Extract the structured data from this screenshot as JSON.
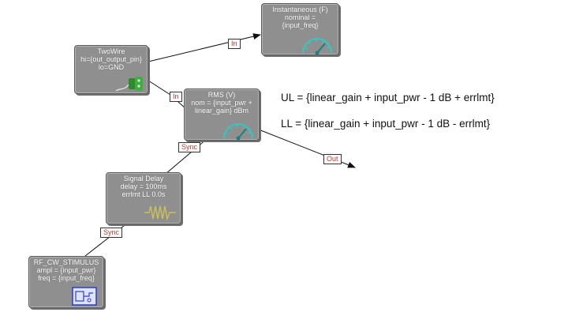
{
  "blocks": {
    "instantaneous": {
      "title": "Instantaneous (F)",
      "line2": "nominal =",
      "line3": "{input_freq}",
      "icon": "gauge-icon"
    },
    "twowire": {
      "title": "TwoWire",
      "line2": "hi={out_output_pin}",
      "line3": "lo=GND",
      "icon": "connector-icon"
    },
    "rms": {
      "title": "RMS (V)",
      "line2": "nom = {input_pwr +",
      "line3": "linear_gain} dBm",
      "icon": "gauge-icon"
    },
    "signal_delay": {
      "title": "Signal Delay",
      "line2": "delay = 100ms",
      "line3": "errlmt LL 0.0s",
      "icon": "waveform-icon"
    },
    "rf_cw_stimulus": {
      "title": "RF_CW_STIMULUS",
      "line2": "ampl = {input_pwr}",
      "line3": "freq = {input_freq}",
      "icon": "rf-source-icon"
    }
  },
  "ports": {
    "in_top": "In",
    "in_rms": "In",
    "sync_rms": "Sync",
    "sync_delay": "Sync",
    "out": "Out"
  },
  "limits": {
    "ul": "UL = {linear_gain + input_pwr - 1 dB + errlmt}",
    "ll": "LL = {linear_gain + input_pwr - 1 dB - errlmt}"
  },
  "colors": {
    "block_fill": "#8f8f8f",
    "gauge": "#35c7c2",
    "connector": "#2e8b2e",
    "waveform": "#c9c257",
    "rf_icon": "#2b3fd1",
    "port_text": "#c0392b"
  }
}
